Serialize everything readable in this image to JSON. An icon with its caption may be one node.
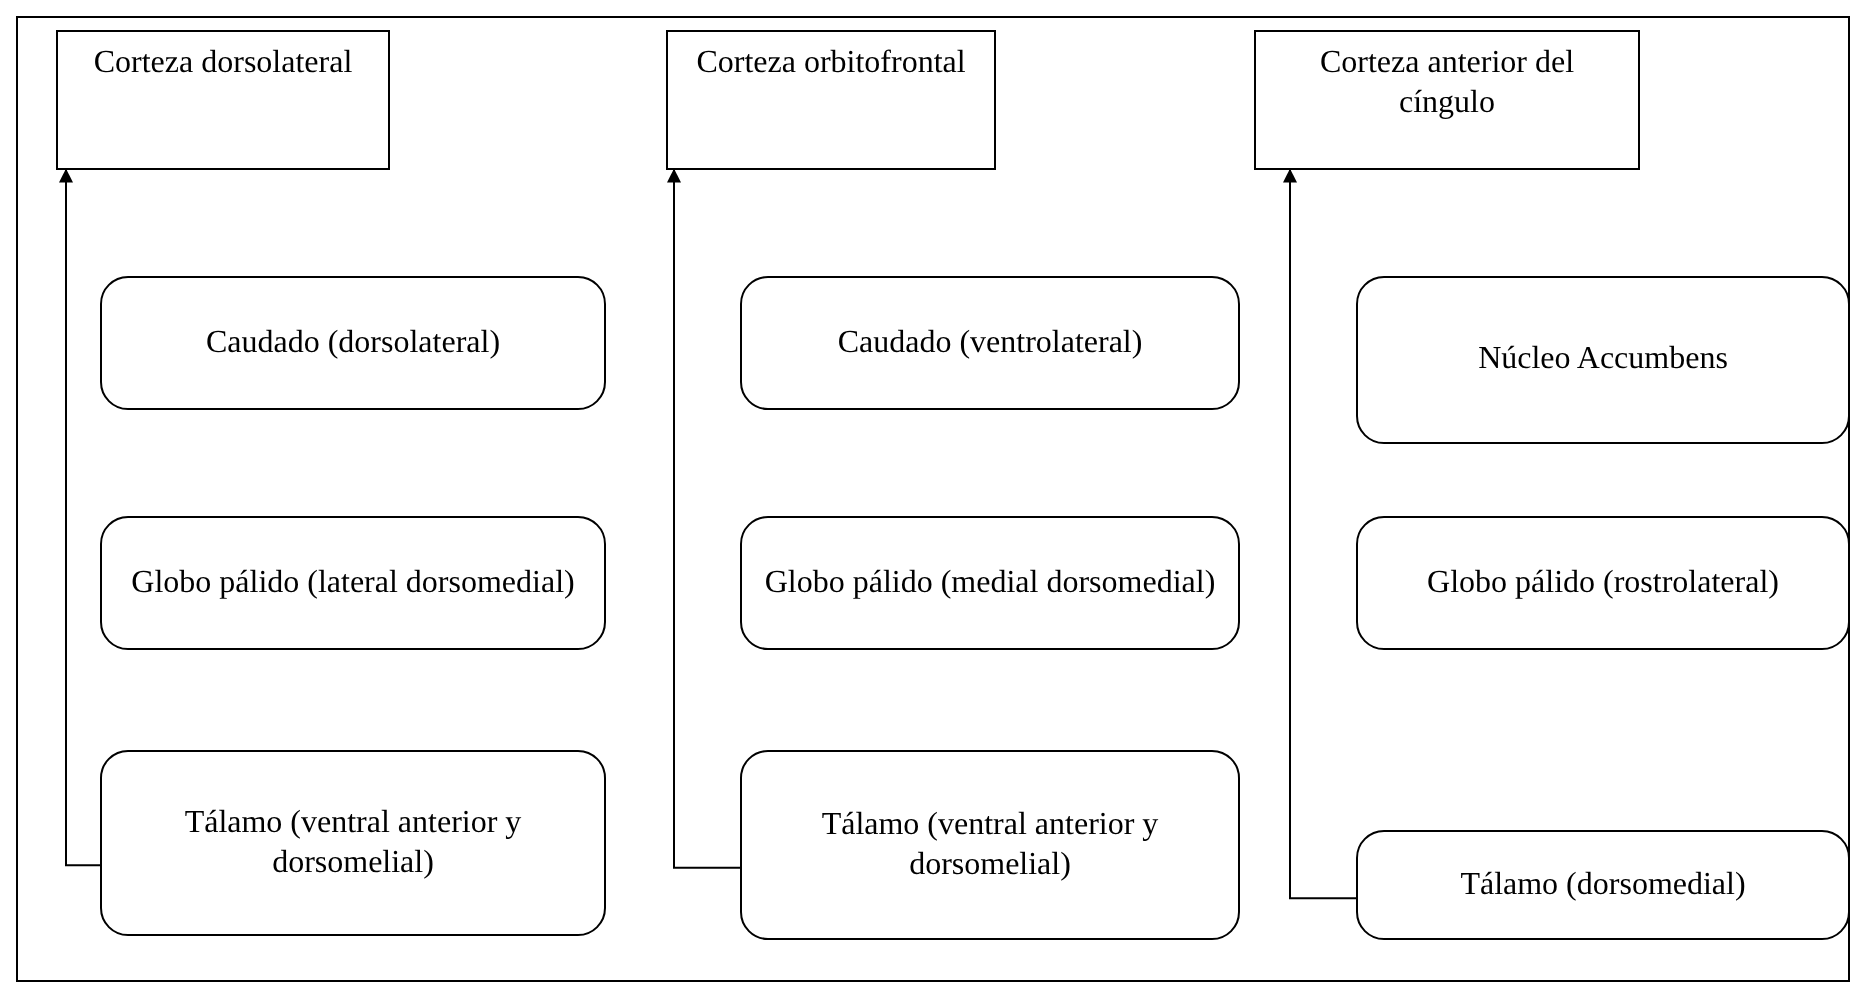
{
  "diagram": {
    "nodes": [
      {
        "text": [
          "Corteza dorsolateral"
        ]
      },
      {
        "text": [
          "Caudado (dorsolateral)"
        ]
      },
      {
        "text": [
          "Globo pálido (lateral dorsomedial)"
        ]
      },
      {
        "text": [
          "Tálamo (ventral anterior y dorsomelial)"
        ]
      },
      {
        "text": [
          "Corteza orbitofrontal"
        ]
      },
      {
        "text": [
          "Caudado (ventrolateral)"
        ]
      },
      {
        "text": [
          "Globo pálido (medial dorsomedial)"
        ]
      },
      {
        "text": [
          "Tálamo (ventral anterior y dorsomelial)"
        ]
      },
      {
        "text": [
          "Corteza anterior del cíngulo"
        ]
      },
      {
        "text": [
          "Núcleo Accumbens"
        ]
      },
      {
        "text": [
          "Globo pálido (rostrolateral)"
        ]
      },
      {
        "text": [
          "Tálamo (dorsomedial)"
        ]
      }
    ],
    "edges": [
      {
        "from": 3,
        "to": 0,
        "arrow": "to"
      },
      {
        "from": 7,
        "to": 4,
        "arrow": "to"
      },
      {
        "from": 11,
        "to": 8,
        "arrow": "to"
      }
    ]
  }
}
